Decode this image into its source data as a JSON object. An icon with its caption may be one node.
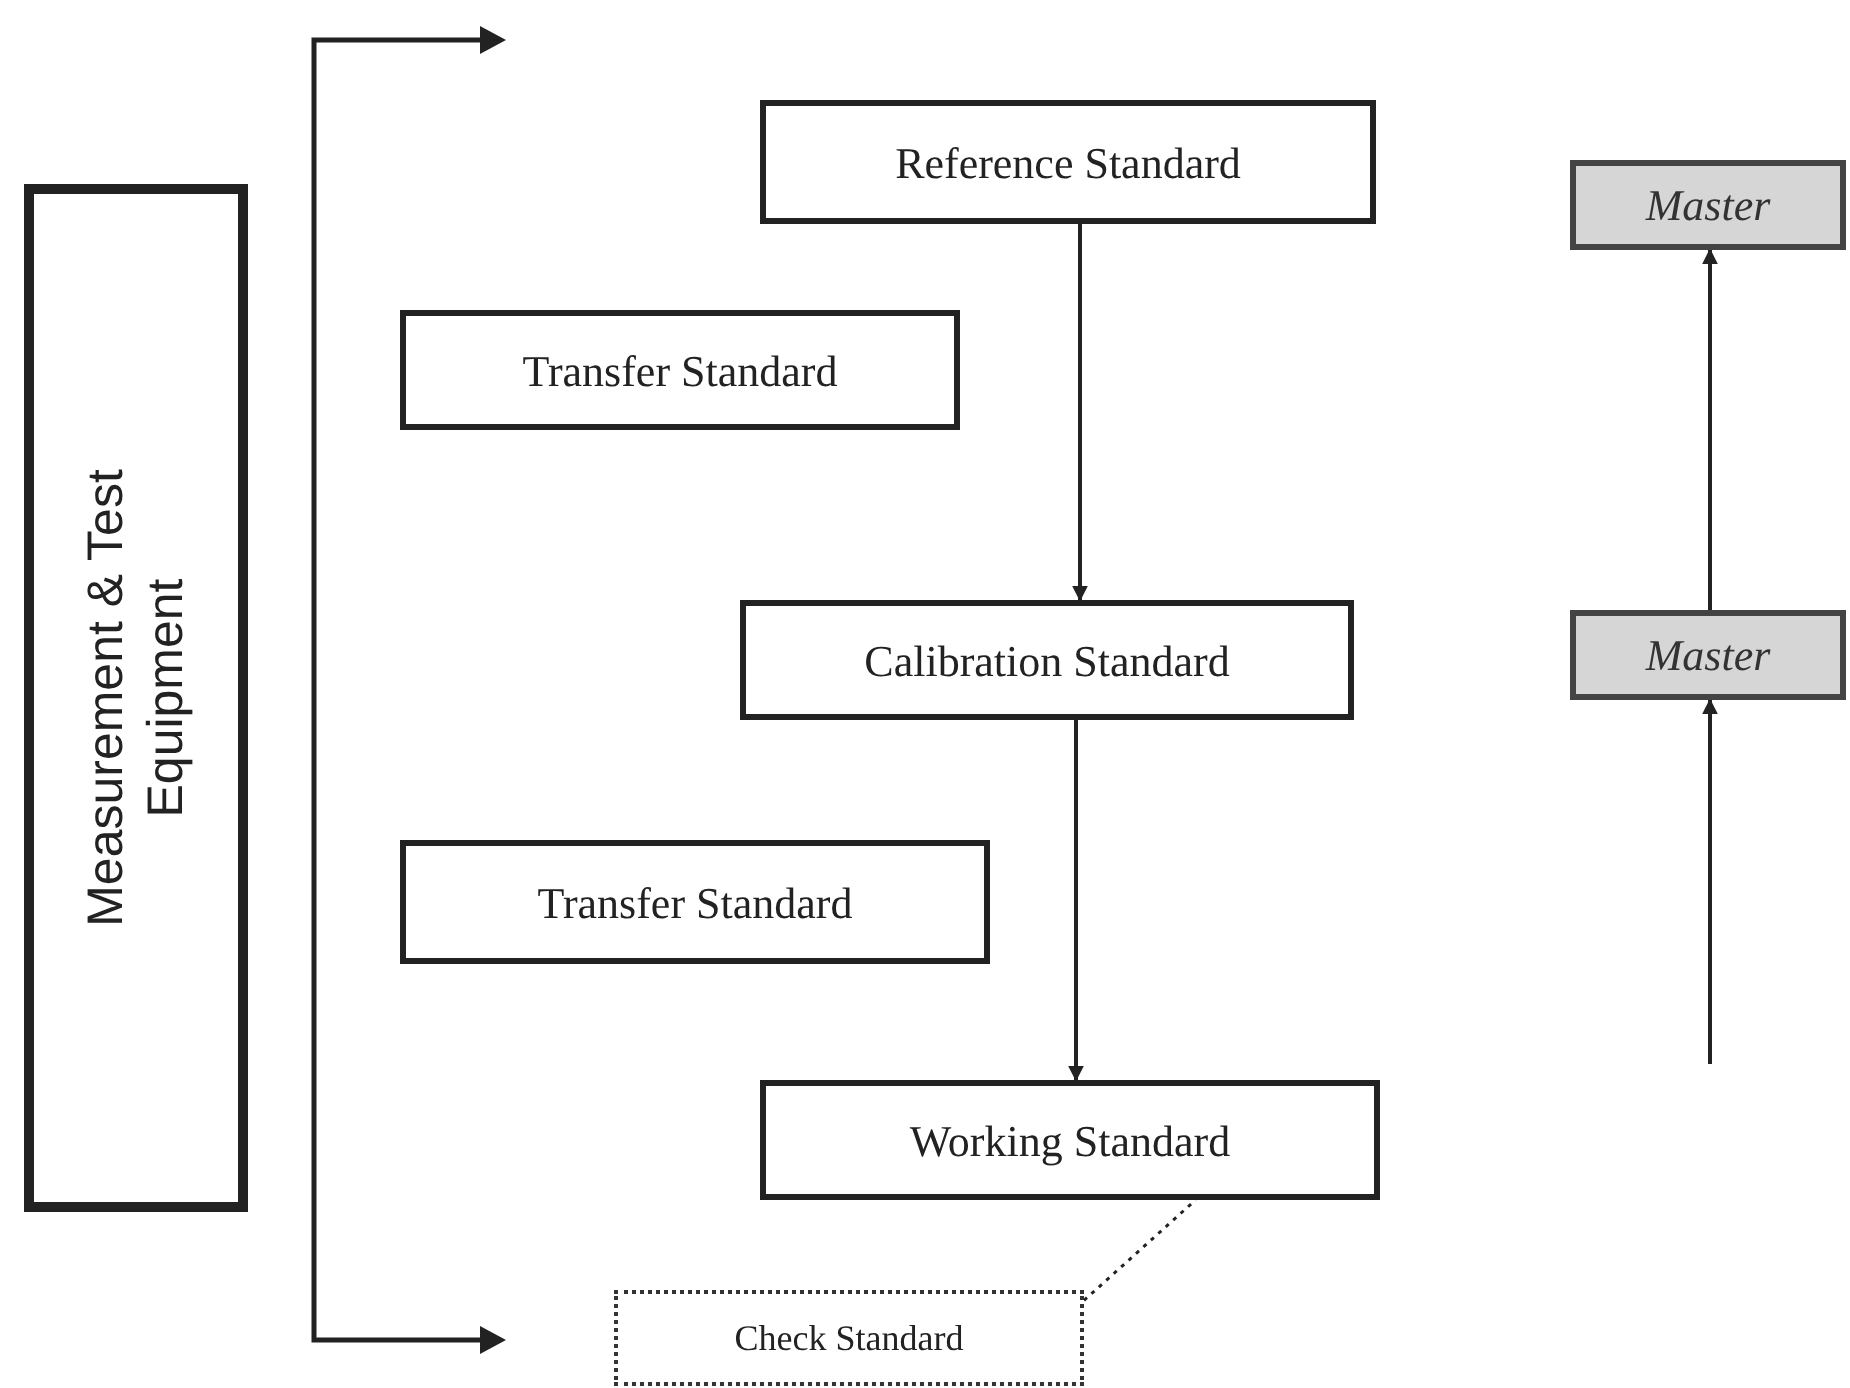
{
  "diagram": {
    "nodes": [
      {
        "text": [
          "Measurement & Test Equipment"
        ]
      },
      {
        "text": [
          "Reference Standard"
        ]
      },
      {
        "text": [
          "Transfer Standard"
        ]
      },
      {
        "text": [
          "Calibration Standard"
        ]
      },
      {
        "text": [
          "Transfer Standard"
        ]
      },
      {
        "text": [
          "Working Standard"
        ]
      },
      {
        "text": [
          "Check Standard"
        ]
      },
      {
        "text": [
          "Master"
        ]
      },
      {
        "text": [
          "Master"
        ]
      }
    ],
    "edges": [
      {
        "from": 1,
        "to": 3,
        "arrow": "to"
      },
      {
        "from": 3,
        "to": 5,
        "arrow": "to"
      },
      {
        "from": 6,
        "to": 5,
        "arrow": "none",
        "style": "dashed"
      },
      {
        "from": 8,
        "to": 7,
        "arrow": "to"
      },
      {
        "from": null,
        "to": 8,
        "arrow": "to"
      }
    ]
  }
}
